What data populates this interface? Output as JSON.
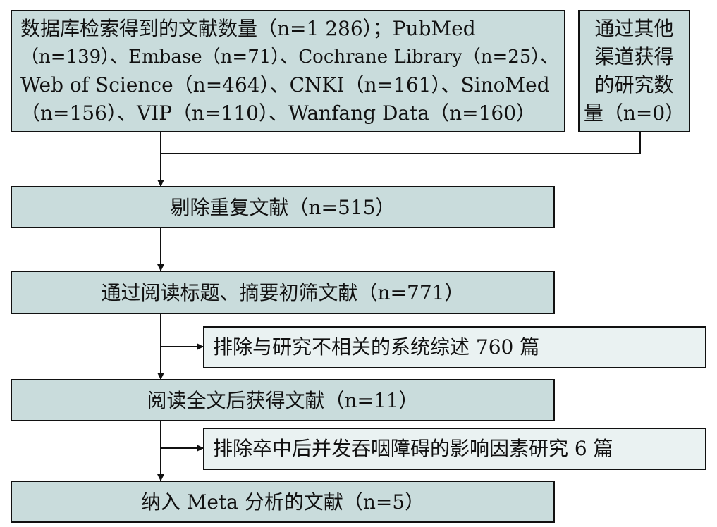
{
  "boxes": {
    "db_search": {
      "lines": [
        "数据库检索得到的文献数量（n=1 286）；PubMed",
        "（n=139）、Embase（n=71）、Cochrane Library（n=25）、",
        "Web of Science（n=464）、CNKI（n=161）、SinoMed",
        "（n=156）、VIP（n=110）、Wanfang Data（n=160）"
      ]
    },
    "other_sources": {
      "lines": [
        "通过其他",
        "渠道获得",
        "的研究数",
        "量（n=0）"
      ]
    },
    "dedup": {
      "label": "剔除重复文献（n=515）"
    },
    "screen": {
      "label": "通过阅读标题、摘要初筛文献（n=771）"
    },
    "exclude1": {
      "label": "排除与研究不相关的系统综述 760 篇"
    },
    "fulltext": {
      "label": "阅读全文后获得文献（n=11）"
    },
    "exclude2": {
      "label": "排除卒中后并发吞咽障碍的影响因素研究 6 篇"
    },
    "included": {
      "label": "纳入 Meta 分析的文献（n=5）"
    }
  },
  "colors": {
    "main_box": "#c9dcdc",
    "exclusion_box": "#eaf2f2",
    "stroke": "#111111"
  }
}
